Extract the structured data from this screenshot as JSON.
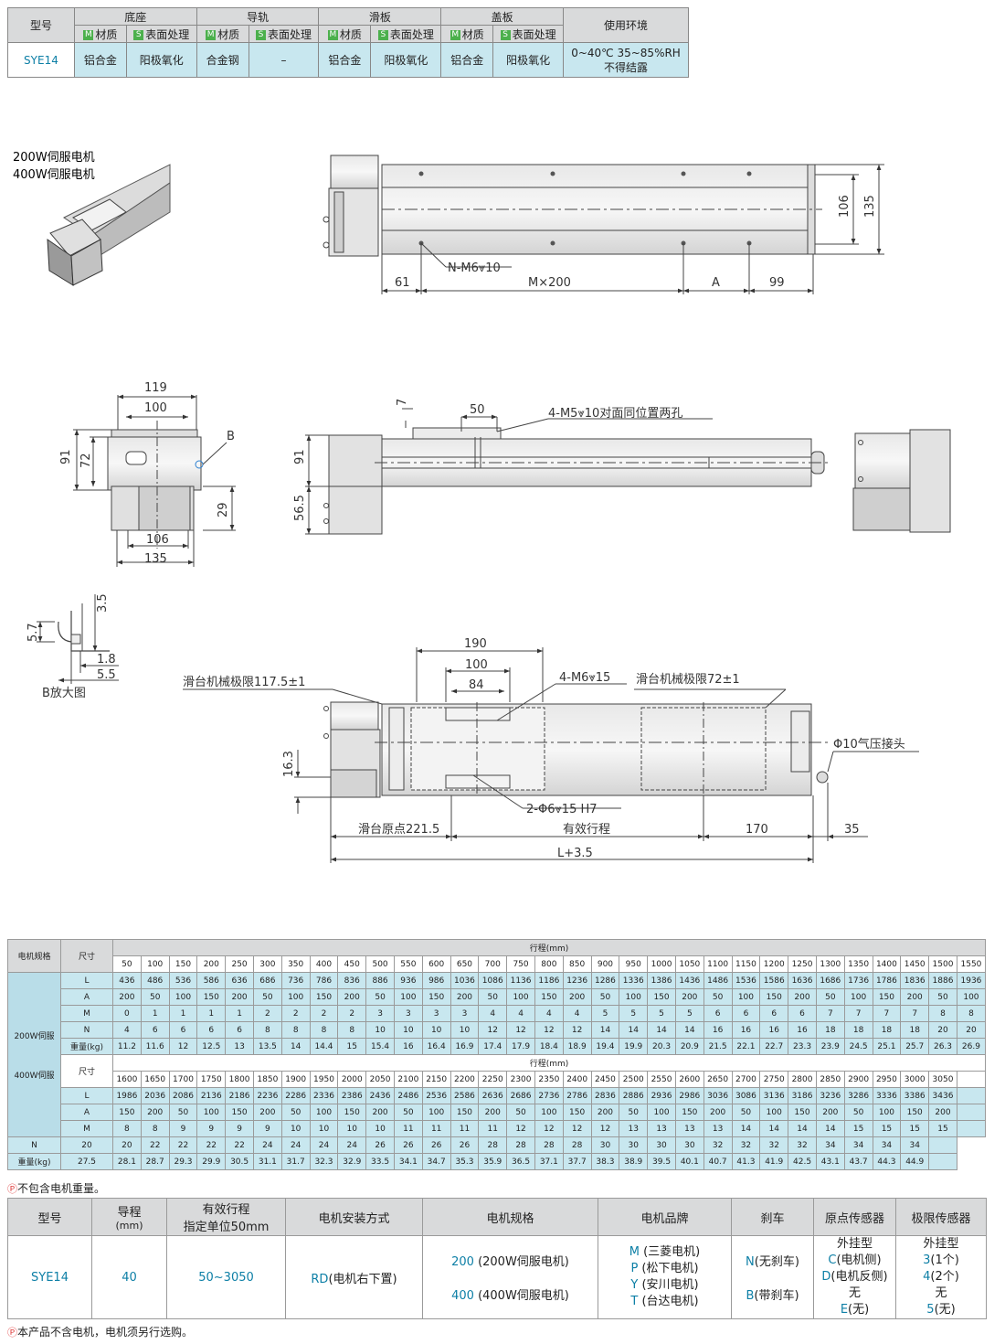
{
  "spec": {
    "h_model": "型号",
    "h_base": "底座",
    "h_rail": "导轨",
    "h_slider": "滑板",
    "h_cover": "盖板",
    "h_env": "使用环境",
    "tag_m": "M",
    "tag_s": "S",
    "sub_material": "材质",
    "sub_surface": "表面处理",
    "model": "SYE14",
    "base_material": "铝合金",
    "base_surface": "阳极氧化",
    "rail_material": "合金钢",
    "rail_surface": "–",
    "slider_material": "铝合金",
    "slider_surface": "阳极氧化",
    "cover_material": "铝合金",
    "cover_surface": "阳极氧化",
    "env_line1": "0~40℃ 35~85%RH",
    "env_line2": "不得结露"
  },
  "drawing": {
    "motor200": "200W伺服电机",
    "motor400": "400W伺服电机",
    "top": {
      "hole_label": "N-M6⩔10",
      "d61": "61",
      "dM200": "M×200",
      "dA": "A",
      "d99": "99",
      "d106": "106",
      "d135": "135"
    },
    "end": {
      "d119": "119",
      "d100": "100",
      "d91": "91",
      "d72": "72",
      "d29": "29",
      "d106": "106",
      "d135": "135",
      "B": "B"
    },
    "side": {
      "d7": "7",
      "d50": "50",
      "hole_label": "4-M5⩔10对面同位置两孔",
      "d91": "91",
      "d565": "56.5"
    },
    "detail": {
      "d35": "3.5",
      "d57": "5.7",
      "d18": "1.8",
      "d55": "5.5",
      "caption": "B放大图"
    },
    "bottom": {
      "d190": "190",
      "d100": "100",
      "d84": "84",
      "hole_label": "4-M6⩔15",
      "limit_left": "滑台机械极限117.5±1",
      "limit_right": "滑台机械极限72±1",
      "air": "Φ10气压接头",
      "d163": "16.3",
      "pin_label": "2-Φ6⩔15 H7",
      "origin": "滑台原点221.5",
      "stroke": "有效行程",
      "d170": "170",
      "d35": "35",
      "total": "L+3.5"
    }
  },
  "stroke_table": {
    "h_motor": "电机规格",
    "h_size": "尺寸",
    "h_stroke": "行程(mm)",
    "motor_200": "200W伺服",
    "motor_400": "400W伺服",
    "size_label": "尺寸",
    "row_labels": [
      "L",
      "A",
      "M",
      "N",
      "重量(kg)"
    ],
    "block1": {
      "strokes": [
        "50",
        "100",
        "150",
        "200",
        "250",
        "300",
        "350",
        "400",
        "450",
        "500",
        "550",
        "600",
        "650",
        "700",
        "750",
        "800",
        "850",
        "900",
        "950",
        "1000",
        "1050",
        "1100",
        "1150",
        "1200",
        "1250",
        "1300",
        "1350",
        "1400",
        "1450",
        "1500",
        "1550"
      ],
      "L": [
        "436",
        "486",
        "536",
        "586",
        "636",
        "686",
        "736",
        "786",
        "836",
        "886",
        "936",
        "986",
        "1036",
        "1086",
        "1136",
        "1186",
        "1236",
        "1286",
        "1336",
        "1386",
        "1436",
        "1486",
        "1536",
        "1586",
        "1636",
        "1686",
        "1736",
        "1786",
        "1836",
        "1886",
        "1936"
      ],
      "A": [
        "200",
        "50",
        "100",
        "150",
        "200",
        "50",
        "100",
        "150",
        "200",
        "50",
        "100",
        "150",
        "200",
        "50",
        "100",
        "150",
        "200",
        "50",
        "100",
        "150",
        "200",
        "50",
        "100",
        "150",
        "200",
        "50",
        "100",
        "150",
        "200",
        "50",
        "100"
      ],
      "M": [
        "0",
        "1",
        "1",
        "1",
        "1",
        "2",
        "2",
        "2",
        "2",
        "3",
        "3",
        "3",
        "3",
        "4",
        "4",
        "4",
        "4",
        "5",
        "5",
        "5",
        "5",
        "6",
        "6",
        "6",
        "6",
        "7",
        "7",
        "7",
        "7",
        "8",
        "8"
      ],
      "N": [
        "4",
        "6",
        "6",
        "6",
        "6",
        "8",
        "8",
        "8",
        "8",
        "10",
        "10",
        "10",
        "10",
        "12",
        "12",
        "12",
        "12",
        "14",
        "14",
        "14",
        "14",
        "16",
        "16",
        "16",
        "16",
        "18",
        "18",
        "18",
        "18",
        "20",
        "20"
      ],
      "W": [
        "11.2",
        "11.6",
        "12",
        "12.5",
        "13",
        "13.5",
        "14",
        "14.4",
        "15",
        "15.4",
        "16",
        "16.4",
        "16.9",
        "17.4",
        "17.9",
        "18.4",
        "18.9",
        "19.4",
        "19.9",
        "20.3",
        "20.9",
        "21.5",
        "22.1",
        "22.7",
        "23.3",
        "23.9",
        "24.5",
        "25.1",
        "25.7",
        "26.3",
        "26.9"
      ]
    },
    "block2": {
      "strokes": [
        "1600",
        "1650",
        "1700",
        "1750",
        "1800",
        "1850",
        "1900",
        "1950",
        "2000",
        "2050",
        "2100",
        "2150",
        "2200",
        "2250",
        "2300",
        "2350",
        "2400",
        "2450",
        "2500",
        "2550",
        "2600",
        "2650",
        "2700",
        "2750",
        "2800",
        "2850",
        "2900",
        "2950",
        "3000",
        "3050"
      ],
      "L": [
        "1986",
        "2036",
        "2086",
        "2136",
        "2186",
        "2236",
        "2286",
        "2336",
        "2386",
        "2436",
        "2486",
        "2536",
        "2586",
        "2636",
        "2686",
        "2736",
        "2786",
        "2836",
        "2886",
        "2936",
        "2986",
        "3036",
        "3086",
        "3136",
        "3186",
        "3236",
        "3286",
        "3336",
        "3386",
        "3436"
      ],
      "A": [
        "150",
        "200",
        "50",
        "100",
        "150",
        "200",
        "50",
        "100",
        "150",
        "200",
        "50",
        "100",
        "150",
        "200",
        "50",
        "100",
        "150",
        "200",
        "50",
        "100",
        "150",
        "200",
        "50",
        "100",
        "150",
        "200",
        "50",
        "100",
        "150",
        "200"
      ],
      "M": [
        "8",
        "8",
        "9",
        "9",
        "9",
        "9",
        "10",
        "10",
        "10",
        "10",
        "11",
        "11",
        "11",
        "11",
        "12",
        "12",
        "12",
        "12",
        "13",
        "13",
        "13",
        "13",
        "14",
        "14",
        "14",
        "14",
        "15",
        "15",
        "15",
        "15"
      ],
      "N": [
        "20",
        "20",
        "22",
        "22",
        "22",
        "22",
        "24",
        "24",
        "24",
        "24",
        "26",
        "26",
        "26",
        "26",
        "28",
        "28",
        "28",
        "28",
        "30",
        "30",
        "30",
        "30",
        "32",
        "32",
        "32",
        "32",
        "34",
        "34",
        "34",
        "34"
      ],
      "W": [
        "27.5",
        "28.1",
        "28.7",
        "29.3",
        "29.9",
        "30.5",
        "31.1",
        "31.7",
        "32.3",
        "32.9",
        "33.5",
        "34.1",
        "34.7",
        "35.3",
        "35.9",
        "36.5",
        "37.1",
        "37.7",
        "38.3",
        "38.9",
        "39.5",
        "40.1",
        "40.7",
        "41.3",
        "41.9",
        "42.5",
        "43.1",
        "43.7",
        "44.3",
        "44.9"
      ]
    },
    "note_mark": "Ⓟ",
    "note": "不包含电机重量。"
  },
  "order_table": {
    "h_model": "型号",
    "h_lead": "导程",
    "h_lead_unit": "(mm)",
    "h_stroke": "有效行程",
    "h_stroke_sub": "指定单位50mm",
    "h_mount": "电机安装方式",
    "h_spec": "电机规格",
    "h_brand": "电机品牌",
    "h_brake": "刹车",
    "h_origin": "原点传感器",
    "h_limit": "极限传感器",
    "model": "SYE14",
    "lead": "40",
    "stroke": "50~3050",
    "mount_code": "RD",
    "mount_desc": "(电机右下置)",
    "spec1_code": "200",
    "spec1_desc": " (200W伺服电机)",
    "spec2_code": "400",
    "spec2_desc": " (400W伺服电机)",
    "brand": [
      {
        "code": "M",
        "desc": " (三菱电机)"
      },
      {
        "code": "P",
        "desc": " (松下电机)"
      },
      {
        "code": "Y",
        "desc": " (安川电机)"
      },
      {
        "code": "T",
        "desc": " (台达电机)"
      }
    ],
    "brake1_code": "N",
    "brake1_desc": "(无刹车)",
    "brake2_code": "B",
    "brake2_desc": "(带刹车)",
    "origin_title": "外挂型",
    "origin_c": "C",
    "origin_c_desc": "(电机侧)",
    "origin_d": "D",
    "origin_d_desc": "(电机反侧)",
    "origin_none": "无",
    "origin_e": "E",
    "origin_e_desc": "(无)",
    "limit_title": "外挂型",
    "limit_3": "3",
    "limit_3_desc": "(1个)",
    "limit_4": "4",
    "limit_4_desc": "(2个)",
    "limit_none": "无",
    "limit_5": "5",
    "limit_5_desc": "(无)",
    "note_mark": "Ⓟ",
    "note": "本产品不含电机，电机须另行选购。"
  }
}
